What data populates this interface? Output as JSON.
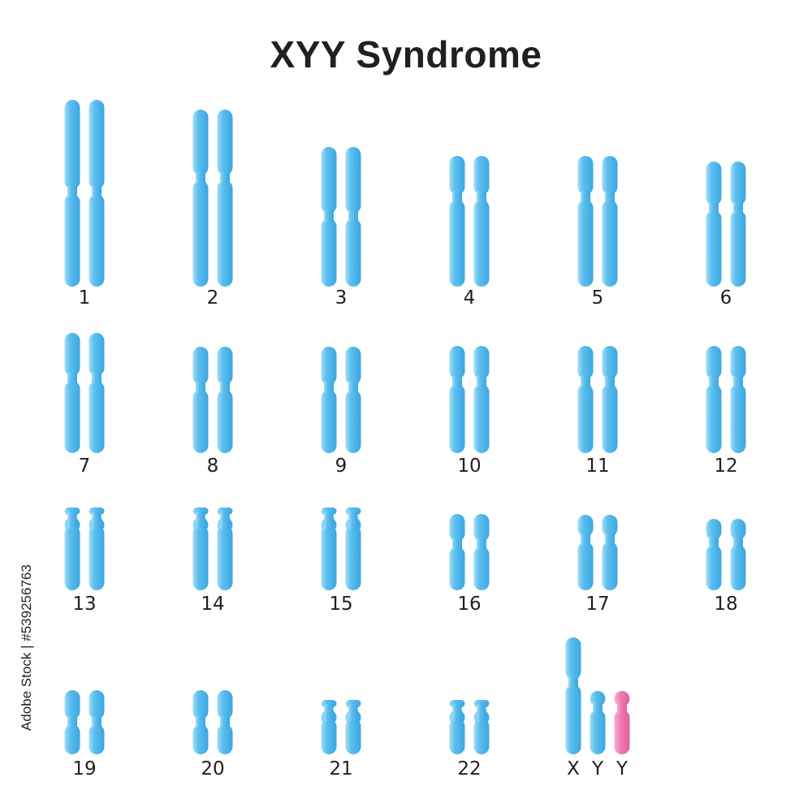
{
  "title": "XYY Syndrome",
  "credit": "Adobe Stock | #539256763",
  "colors": {
    "autosome": "#5cbfee",
    "autosome_light": "#a4dcf7",
    "autosome_dark": "#3aa7e0",
    "y_extra": "#f07ab4",
    "y_extra_light": "#f9b3d6",
    "label": "#231f20"
  },
  "chromosomes": [
    {
      "label": "1"
    },
    {
      "label": "2"
    },
    {
      "label": "3"
    },
    {
      "label": "4"
    },
    {
      "label": "5"
    },
    {
      "label": "6"
    },
    {
      "label": "7"
    },
    {
      "label": "8"
    },
    {
      "label": "9"
    },
    {
      "label": "10"
    },
    {
      "label": "11"
    },
    {
      "label": "12"
    },
    {
      "label": "13"
    },
    {
      "label": "14"
    },
    {
      "label": "15"
    },
    {
      "label": "16"
    },
    {
      "label": "17"
    },
    {
      "label": "18"
    },
    {
      "label": "19"
    },
    {
      "label": "20"
    },
    {
      "label": "21"
    },
    {
      "label": "22"
    }
  ],
  "sex_chromosomes": [
    {
      "label": "X",
      "color": "autosome"
    },
    {
      "label": "Y",
      "color": "autosome"
    },
    {
      "label": "Y",
      "color": "y_extra"
    }
  ]
}
